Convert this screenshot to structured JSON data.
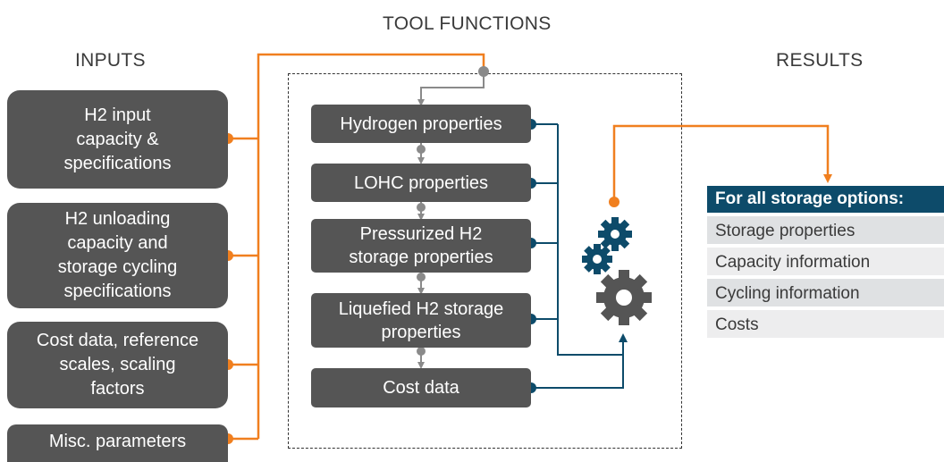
{
  "headers": {
    "inputs": "INPUTS",
    "tool_functions": "TOOL FUNCTIONS",
    "results": "RESULTS"
  },
  "inputs": [
    "H2 input\ncapacity &\nspecifications",
    "H2 unloading\ncapacity and\nstorage cycling\nspecifications",
    "Cost data, reference\nscales, scaling\nfactors",
    "Misc. parameters"
  ],
  "functions": [
    "Hydrogen properties",
    "LOHC properties",
    "Pressurized H2\nstorage properties",
    "Liquefied H2 storage\nproperties",
    "Cost data"
  ],
  "results": {
    "header": "For all storage options:",
    "rows": [
      "Storage properties",
      "Capacity information",
      "Cycling information",
      "Costs"
    ]
  },
  "colors": {
    "box_gray": "#555555",
    "orange": "#f07f1f",
    "teal": "#0d4b6a",
    "row_shades": [
      "#dfe1e3",
      "#ededee"
    ]
  },
  "icons": [
    "gear-icon-small-teal",
    "gear-icon-medium-teal",
    "gear-icon-large-gray"
  ]
}
